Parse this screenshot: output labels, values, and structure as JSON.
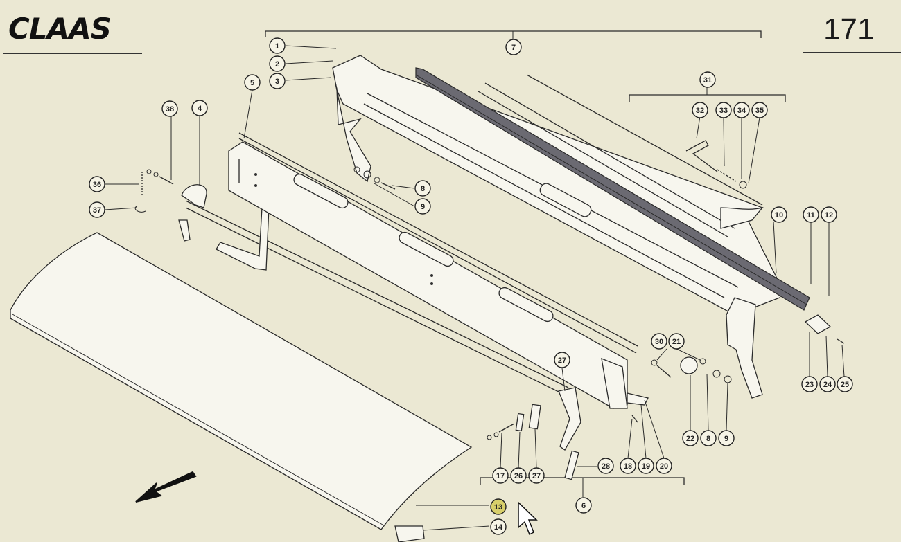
{
  "header": {
    "brand": "CLAAS",
    "page_number": "171"
  },
  "callouts": [
    {
      "id": "c1",
      "label": "1"
    },
    {
      "id": "c2",
      "label": "2"
    },
    {
      "id": "c3",
      "label": "3"
    },
    {
      "id": "c4",
      "label": "4"
    },
    {
      "id": "c5",
      "label": "5"
    },
    {
      "id": "c6",
      "label": "6"
    },
    {
      "id": "c7",
      "label": "7"
    },
    {
      "id": "c8a",
      "label": "8"
    },
    {
      "id": "c9a",
      "label": "9"
    },
    {
      "id": "c10",
      "label": "10"
    },
    {
      "id": "c11",
      "label": "11"
    },
    {
      "id": "c12",
      "label": "12"
    },
    {
      "id": "c13",
      "label": "13",
      "highlighted": true
    },
    {
      "id": "c14",
      "label": "14"
    },
    {
      "id": "c17",
      "label": "17"
    },
    {
      "id": "c18",
      "label": "18"
    },
    {
      "id": "c19",
      "label": "19"
    },
    {
      "id": "c20",
      "label": "20"
    },
    {
      "id": "c21",
      "label": "21"
    },
    {
      "id": "c22",
      "label": "22"
    },
    {
      "id": "c23",
      "label": "23"
    },
    {
      "id": "c24",
      "label": "24"
    },
    {
      "id": "c25",
      "label": "25"
    },
    {
      "id": "c26",
      "label": "26"
    },
    {
      "id": "c27a",
      "label": "27"
    },
    {
      "id": "c27b",
      "label": "27"
    },
    {
      "id": "c28",
      "label": "28"
    },
    {
      "id": "c8b",
      "label": "8"
    },
    {
      "id": "c9b",
      "label": "9"
    },
    {
      "id": "c30",
      "label": "30"
    },
    {
      "id": "c31",
      "label": "31"
    },
    {
      "id": "c32",
      "label": "32"
    },
    {
      "id": "c33",
      "label": "33"
    },
    {
      "id": "c34",
      "label": "34"
    },
    {
      "id": "c35",
      "label": "35"
    },
    {
      "id": "c36",
      "label": "36"
    },
    {
      "id": "c37",
      "label": "37"
    },
    {
      "id": "c38",
      "label": "38"
    }
  ],
  "colors": {
    "background": "#ebe8d3",
    "ink": "#2a2a2a",
    "highlight": "#d8cf6a",
    "metal_strip": "#6b6a72"
  },
  "icons": {
    "direction_arrow": "arrow-down-left-icon",
    "cursor": "mouse-pointer-icon"
  }
}
